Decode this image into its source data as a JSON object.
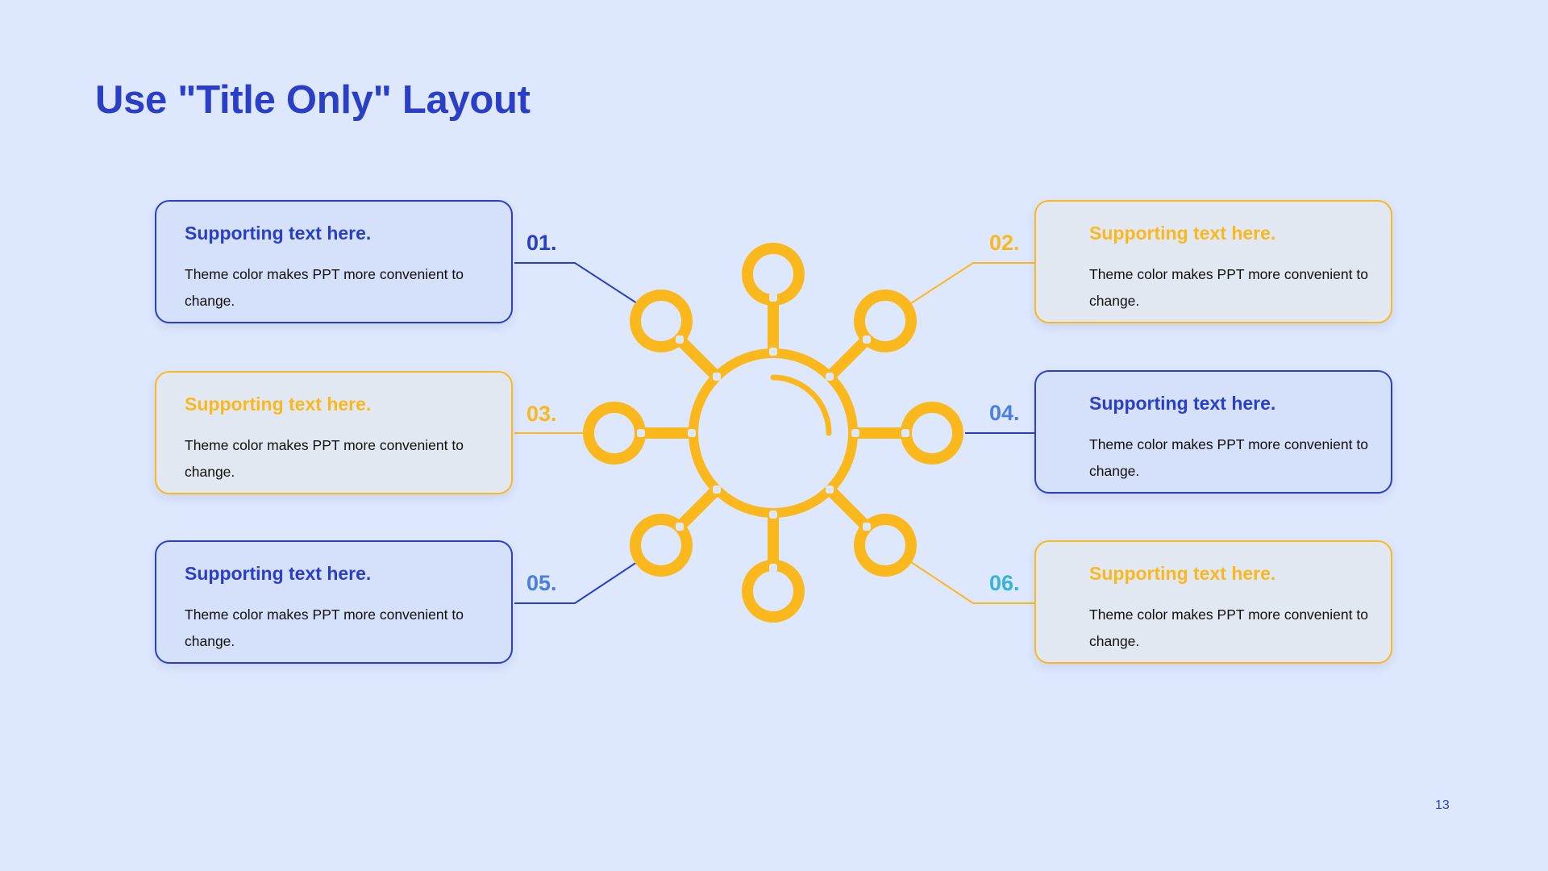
{
  "slide": {
    "title": "Use \"Title Only\" Layout",
    "page_number": "13"
  },
  "items": [
    {
      "number": "01.",
      "heading": "Supporting text here.",
      "body": "Theme color makes PPT more convenient to change.",
      "theme": "blue"
    },
    {
      "number": "02.",
      "heading": "Supporting text here.",
      "body": "Theme color makes PPT more convenient to change.",
      "theme": "yellow"
    },
    {
      "number": "03.",
      "heading": "Supporting text here.",
      "body": "Theme color makes PPT more convenient to change.",
      "theme": "yellow"
    },
    {
      "number": "04.",
      "heading": "Supporting text here.",
      "body": "Theme color makes PPT more convenient to change.",
      "theme": "blue"
    },
    {
      "number": "05.",
      "heading": "Supporting text here.",
      "body": "Theme color makes PPT more convenient to change.",
      "theme": "blue"
    },
    {
      "number": "06.",
      "heading": "Supporting text here.",
      "body": "Theme color makes PPT more convenient to change.",
      "theme": "yellow"
    }
  ],
  "colors": {
    "background": "#dde7fd",
    "primary_blue": "#2b3fc6",
    "accent_yellow": "#fbb81d",
    "light_blue": "#4a7fe0",
    "cyan": "#34b3dc"
  },
  "icons": {
    "center": "hub-network-icon"
  }
}
